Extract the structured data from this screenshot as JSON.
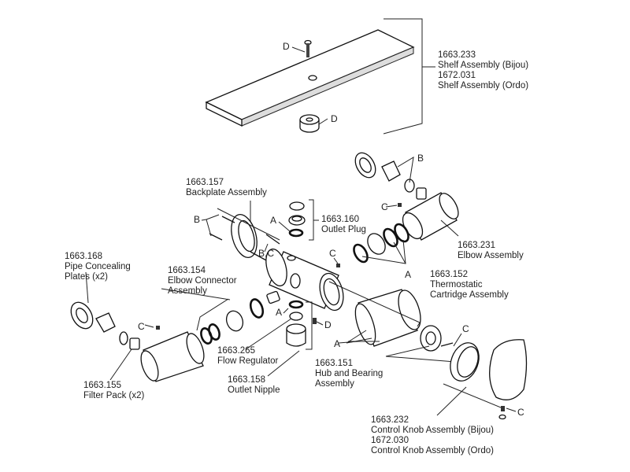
{
  "diagram": {
    "title": "Thermostatic shower valve exploded parts diagram",
    "parts": [
      {
        "id": "shelf",
        "code_1": "1663.233",
        "name_1": "Shelf Assembly (Bijou)",
        "code_2": "1672.031",
        "name_2": "Shelf Assembly (Ordo)"
      },
      {
        "id": "backplate",
        "code": "1663.157",
        "name": "Backplate Assembly"
      },
      {
        "id": "outlet-plug",
        "code": "1663.160",
        "name": "Outlet Plug"
      },
      {
        "id": "elbow",
        "code": "1663.231",
        "name": "Elbow Assembly"
      },
      {
        "id": "cartridge",
        "code": "1663.152",
        "name_line1": "Thermostatic",
        "name_line2": "Cartridge Assembly"
      },
      {
        "id": "pipe-plates",
        "code": "1663.168",
        "name_line1": "Pipe Concealing",
        "name_line2": "Plates (x2)"
      },
      {
        "id": "elbow-connector",
        "code": "1663.154",
        "name_line1": "Elbow Connector",
        "name_line2": "Assembly"
      },
      {
        "id": "flow-regulator",
        "code": "1663.265",
        "name": "Flow Regulator"
      },
      {
        "id": "outlet-nipple",
        "code": "1663.158",
        "name": "Outlet Nipple"
      },
      {
        "id": "hub-bearing",
        "code": "1663.151",
        "name_line1": "Hub and Bearing",
        "name_line2": "Assembly"
      },
      {
        "id": "filter-pack",
        "code": "1663.155",
        "name": "Filter Pack (x2)"
      },
      {
        "id": "control-knob",
        "code_1": "1663.232",
        "name_1": "Control Knob Assembly (Bijou)",
        "code_2": "1672.030",
        "name_2": "Control Knob Assembly (Ordo)"
      }
    ],
    "callouts": {
      "A": "A",
      "B": "B",
      "C": "C",
      "D": "D",
      "BC": "B,C"
    }
  }
}
